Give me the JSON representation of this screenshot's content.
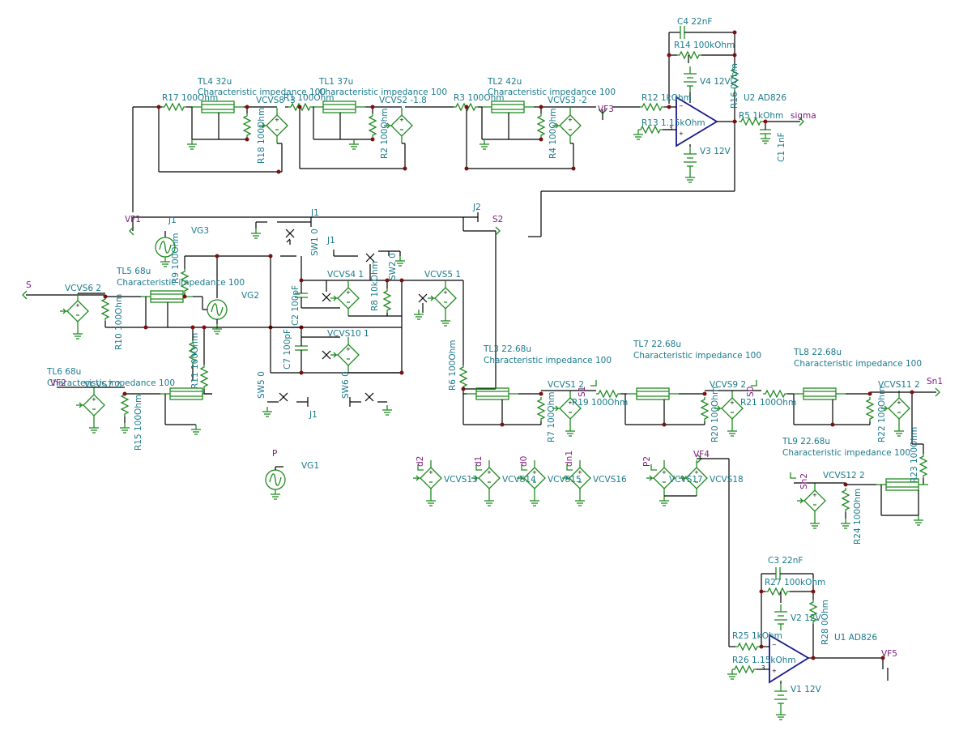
{
  "schematic": {
    "components": {
      "c4": "C4 22nF",
      "r14": "R14 100kOhm",
      "v4": "V4 12V",
      "r16": "R16 0Ohm",
      "u2": "U2 AD826",
      "r12": "R12 1kOhm",
      "r13": "R13 1.15kOhm",
      "r5": "R5 1kOhm",
      "c1": "C1 1nF",
      "v3": "V3 12V",
      "tl4": "TL4 32u",
      "tl1": "TL1 37u",
      "tl2": "TL2 42u",
      "ci_tl4": "Characteristic impedance 100",
      "ci_tl1": "Characteristic impedance 100",
      "ci_tl2": "Characteristic impedance 100",
      "r17": "R17 100Ohm",
      "r18": "R18 100Ohm",
      "vcvs8": "VCVS8 -3",
      "r1": "R1 100Ohm",
      "vcvs2": "VCVS2 -1.8",
      "r2": "R2 100Ohm",
      "r3": "R3 100Ohm",
      "r4": "R4 100Ohm",
      "vcvs3": "VCVS3 -2",
      "j1a": "J1",
      "j1b": "J1",
      "j1c": "J1",
      "j1d": "J1",
      "j2": "J2",
      "vg3": "VG3",
      "r9": "R9 100Ohm",
      "tl5": "TL5 68u",
      "ci_tl5": "Characteristic impedance 100",
      "vcvs6": "VCVS6 2",
      "r10": "R10 100Ohm",
      "vg2": "VG2",
      "sw1": "SW1 0",
      "sw2": "SW2 0",
      "vcvs4": "VCVS4 1",
      "vcvs5": "VCVS5 1",
      "r8": "R8 10kOhm",
      "c2": "C2 100pF",
      "c7": "C7 100pF",
      "vcvs10": "VCVS10 1",
      "sw5": "SW5 0",
      "sw6": "SW6 0",
      "tl6": "TL6 68u",
      "ci_tl6": "Characteristic impedance 100",
      "vcvs7": "VCVS7 2",
      "r15": "R15 100Ohm",
      "r11": "R11 100Ohm",
      "tl3": "TL3 22.68u",
      "ci_tl3": "Characteristic impedance 100",
      "r6": "R6 100Ohm",
      "r7": "R7 100Ohm",
      "vcvs1": "VCVS1 2",
      "r19": "R19 100Ohm",
      "tl7": "TL7 22.68u",
      "ci_tl7": "Characteristic impedance 100",
      "r20": "R20 100Ohm",
      "vcvs9": "VCVS9 2",
      "r21": "R21 100Ohm",
      "tl8": "TL8 22.68u",
      "ci_tl8": "Characteristic impedance 100",
      "r22": "R22 100Ohm",
      "vcvs11": "VCVS11 2",
      "tl9": "TL9 22.68u",
      "ci_tl9": "Characteristic impedance 100",
      "r23": "R23 100Ohm",
      "vcvs12": "VCVS12 2",
      "r24": "R24 100Ohm",
      "vg1": "VG1",
      "vcvs13": "VCVS13",
      "vcvs14": "VCVS14",
      "vcvs15": "VCVS15",
      "vcvs16": "VCVS16",
      "vcvs17": "VCVS17",
      "vcvs18": "VCVS18",
      "c3": "C3 22nF",
      "r27": "R27 100kOhm",
      "v2": "V2 12V",
      "r28": "R28 0Ohm",
      "u1": "U1 AD826",
      "r25": "R25 1kOhm",
      "r26": "R26 1.15kOhm",
      "v1": "V1 12V"
    },
    "nets": {
      "vf3": "VF3",
      "sigma": "sigma",
      "vf1": "VF1",
      "s2": "S2",
      "s": "S",
      "vf2": "VF2",
      "s1": "S1",
      "s0": "S0",
      "sn1": "Sn1",
      "sn2": "Sn2",
      "d2": "d2",
      "d1": "d1",
      "d0": "d0",
      "dn1": "dn1",
      "p2": "P2",
      "vf4": "VF4",
      "p": "P",
      "vf5": "VF5"
    }
  }
}
